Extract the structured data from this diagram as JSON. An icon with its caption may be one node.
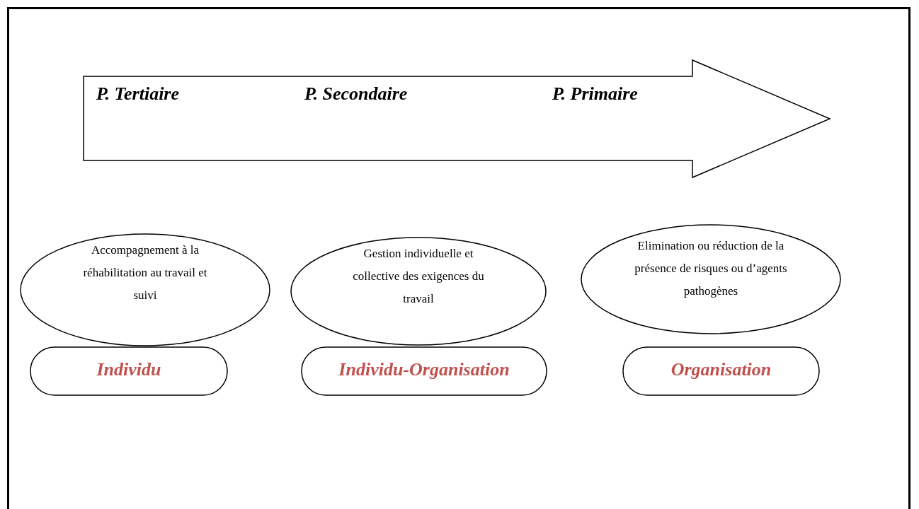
{
  "diagram": {
    "nodes": [
      {
        "text": [
          "P. Tertiaire",
          "P. Secondaire",
          "P. Primaire"
        ]
      },
      {
        "text": [
          "Accompagnement à la réhabilitation au travail et suivi"
        ]
      },
      {
        "text": [
          "Gestion individuelle et collective des exigences du travail"
        ]
      },
      {
        "text": [
          "Elimination ou réduction de la présence de risques ou d’agents pathogènes"
        ]
      },
      {
        "text": [
          "Individu"
        ]
      },
      {
        "text": [
          "Individu-Organisation"
        ]
      },
      {
        "text": [
          "Organisation"
        ]
      }
    ]
  }
}
